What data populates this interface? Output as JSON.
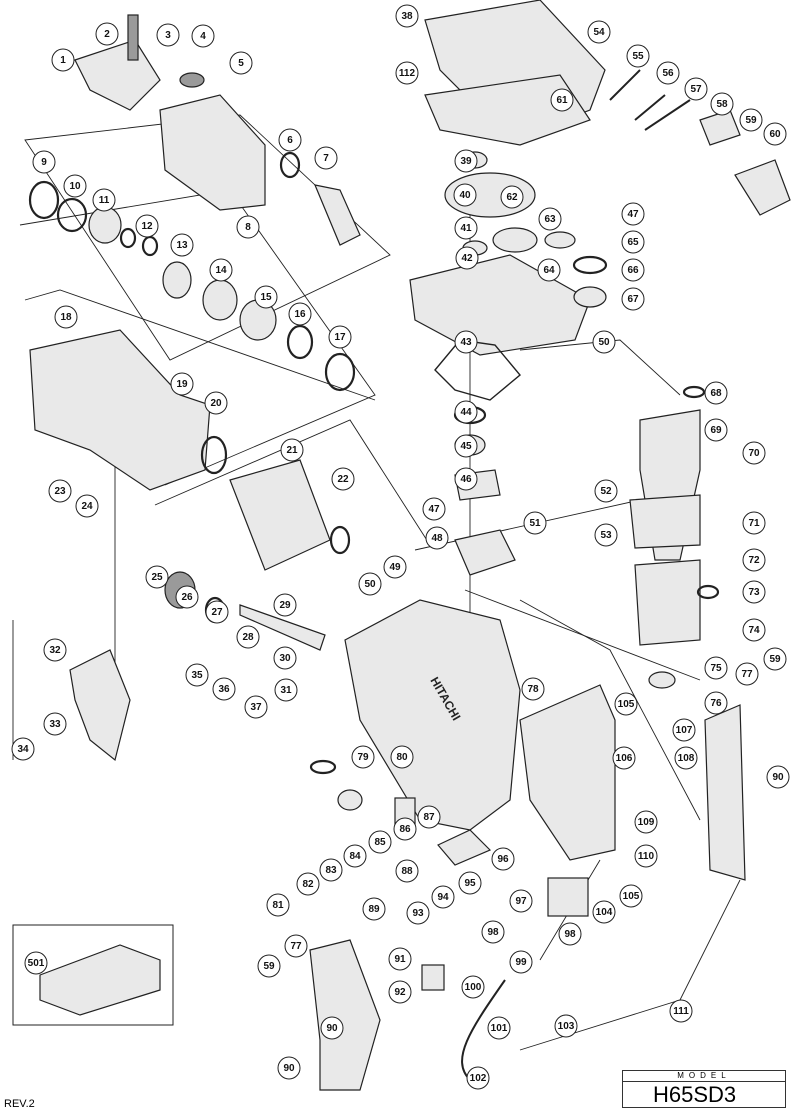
{
  "diagram": {
    "callouts": [
      "1",
      "2",
      "3",
      "4",
      "5",
      "6",
      "7",
      "8",
      "9",
      "10",
      "11",
      "12",
      "13",
      "14",
      "15",
      "16",
      "17",
      "18",
      "19",
      "20",
      "21",
      "22",
      "23",
      "24",
      "25",
      "26",
      "27",
      "28",
      "29",
      "30",
      "31",
      "32",
      "33",
      "34",
      "35",
      "36",
      "37",
      "38",
      "39",
      "40",
      "41",
      "42",
      "43",
      "44",
      "45",
      "46",
      "47",
      "48",
      "49",
      "50",
      "51",
      "50",
      "47",
      "52",
      "53",
      "54",
      "55",
      "56",
      "57",
      "58",
      "59",
      "60",
      "61",
      "62",
      "63",
      "64",
      "65",
      "66",
      "67",
      "68",
      "69",
      "70",
      "71",
      "72",
      "73",
      "74",
      "75",
      "76",
      "77",
      "59",
      "78",
      "79",
      "80",
      "81",
      "82",
      "83",
      "84",
      "85",
      "86",
      "87",
      "88",
      "89",
      "90",
      "91",
      "92",
      "93",
      "94",
      "95",
      "96",
      "97",
      "98",
      "98",
      "99",
      "100",
      "101",
      "102",
      "103",
      "104",
      "105",
      "105",
      "106",
      "107",
      "108",
      "109",
      "110",
      "111",
      "112",
      "501",
      "59",
      "77",
      "90",
      "90"
    ],
    "housing_brand": "HITACHI"
  },
  "model": {
    "label": "MODEL",
    "number": "H65SD3"
  },
  "revision": "REV.2"
}
